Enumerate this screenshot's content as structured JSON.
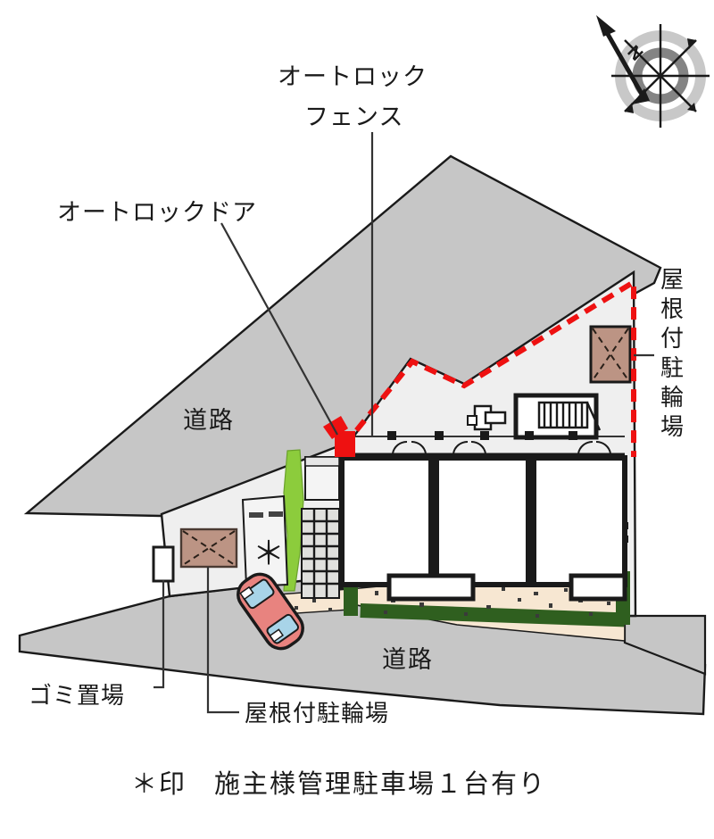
{
  "plan": {
    "title_note": "＊印　施主様管理駐車場１台有り",
    "callouts": {
      "auto_lock_fence_line1": "オートロック",
      "auto_lock_fence_line2": "フェンス",
      "auto_lock_door": "オートロックドア",
      "roofed_bicycle_parking_right": "屋根付駐輪場",
      "roofed_bicycle_parking_bottom": "屋根付駐輪場",
      "garbage_area": "ゴミ置場"
    },
    "roads": {
      "upper": "道路",
      "lower": "道路"
    },
    "markers": {
      "owner_parking_asterisk": "＊"
    },
    "compass": {
      "north_label": "N"
    },
    "colors": {
      "road_fill": "#c6c6c6",
      "site_fill": "#efefef",
      "building_fill": "#ffffff",
      "outline": "#1a1a1a",
      "fence_red": "#ee1111",
      "bike_shelter_brown": "#bc9484",
      "garden_beige": "#f7e7d2",
      "hedge_dark_green": "#2f5f1f",
      "hedge_bright_green": "#8ccc3c",
      "paving_gray": "#e0e0dd",
      "car_body_red": "#e8837f",
      "car_glass_blue": "#a8d4e8",
      "compass_gray": "#9a9a9a"
    }
  }
}
